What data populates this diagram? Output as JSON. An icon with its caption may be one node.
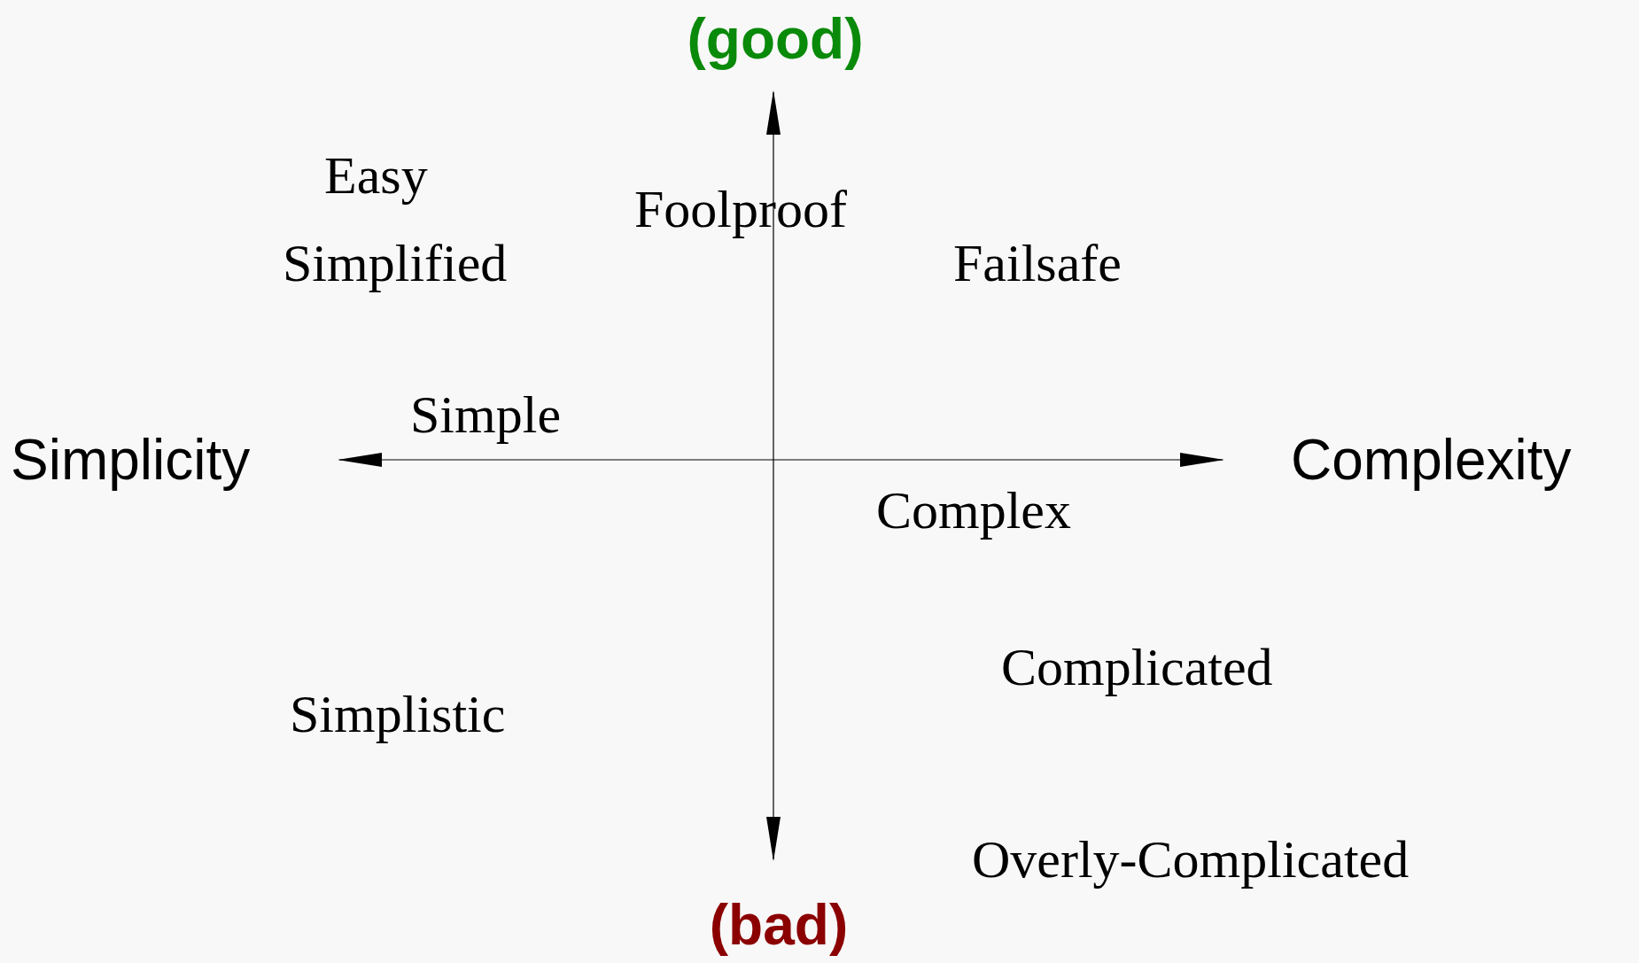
{
  "diagram": {
    "labels": [
      "(good)",
      "Easy",
      "Foolproof",
      "Simplified",
      "Failsafe",
      "Simple",
      "Simplicity",
      "Complexity",
      "Complex",
      "Complicated",
      "Simplistic",
      "Overly-Complicated",
      "(bad)"
    ]
  }
}
